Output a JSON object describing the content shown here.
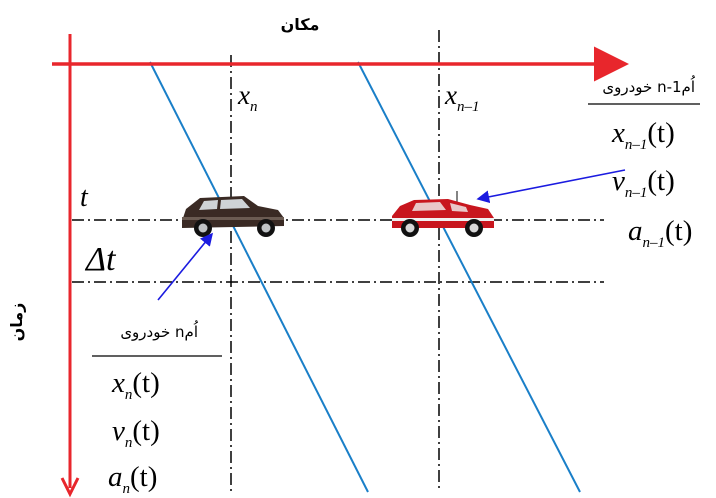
{
  "axes": {
    "space_label": "مکان",
    "time_label": "زمان"
  },
  "grid": {
    "col_n_label": "x",
    "col_n_sub": "n",
    "col_n1_label": "x",
    "col_n1_sub": "n–1",
    "row_t_label": "t",
    "delta_label": "Δt"
  },
  "leader_vehicle": {
    "title": "خودروی n-1اُم",
    "state": [
      {
        "sym": "x",
        "sub": "n–1",
        "arg": "(t)"
      },
      {
        "sym": "v",
        "sub": "n–1",
        "arg": "(t)"
      },
      {
        "sym": "a",
        "sub": "n–1",
        "arg": "(t)"
      }
    ]
  },
  "follower_vehicle": {
    "title": "خودروی nاُم",
    "state": [
      {
        "sym": "x",
        "sub": "n",
        "arg": "(t)"
      },
      {
        "sym": "v",
        "sub": "n",
        "arg": "(t)"
      },
      {
        "sym": "a",
        "sub": "n",
        "arg": "(t)"
      }
    ]
  },
  "colors": {
    "axis": "#e8262c",
    "trajectory": "#1a7fc8",
    "pointer": "#1b1be0",
    "grid": "#000000",
    "car_follower": "#3a2a24",
    "car_leader": "#c8161e"
  }
}
